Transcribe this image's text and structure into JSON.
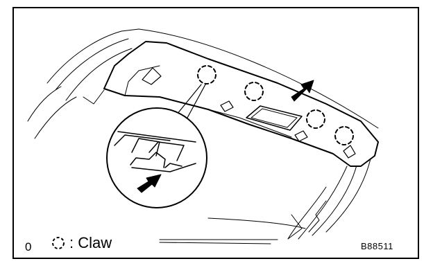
{
  "figure": {
    "code_left": "0",
    "legend": {
      "icon": "dashed-circle-claw-icon",
      "text": ": Claw"
    },
    "reference": "B88511"
  }
}
